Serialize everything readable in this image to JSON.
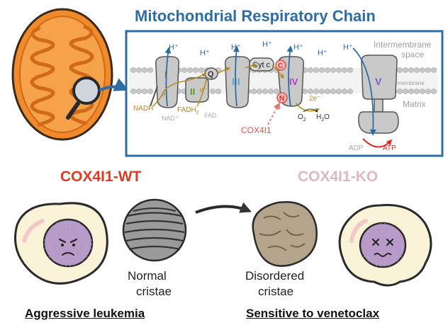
{
  "title": "Mitochondrial Respiratory Chain",
  "chain": {
    "regions": {
      "intermembrane_line1": "Intermembrane",
      "intermembrane_line2": "space",
      "inner_membrane": "Inner membrane",
      "matrix": "Matrix"
    },
    "protons": [
      "H⁺",
      "H⁺",
      "H⁺",
      "H⁺",
      "H⁺",
      "H⁺",
      "H⁺"
    ],
    "complexes": {
      "I": "I",
      "II": "II",
      "III": "III",
      "IV": "IV",
      "V": "V",
      "Q": "Q",
      "cyt_c": "Cyt c",
      "C": "C",
      "N": "N"
    },
    "electrons": {
      "e1": "e⁻",
      "e2": "e⁻",
      "two_e": "2e⁻"
    },
    "substrates": {
      "nadh": "NADH",
      "nad": "NAD⁺",
      "fadh2": "FADH",
      "fadh2_sub": "2",
      "fad": "FAD",
      "o2": "O",
      "o2_sub": "2",
      "h2o_h": "H",
      "h2o_sub": "2",
      "h2o_o": "O",
      "adp": "ADP",
      "atp": "ATP"
    },
    "cox4i1_label": "COX4I1",
    "colors": {
      "frame": "#2e6da4",
      "complex_I": "#e05a1f",
      "complex_II": "#5c9a2a",
      "complex_III": "#5aa7d6",
      "complex_IV": "#b83ac8",
      "complex_V": "#7a5cc8",
      "atp": "#e2231a",
      "cox4i1": "#d9534f"
    }
  },
  "wt": {
    "label": "COX4I1-WT",
    "label_color": "#e03a20",
    "cristae_line1": "Normal",
    "cristae_line2": "cristae",
    "caption": "Aggressive leukemia"
  },
  "ko": {
    "label": "COX4I1-KO",
    "label_color": "#dcb9be",
    "cristae_line1": "Disordered",
    "cristae_line2": "cristae",
    "caption": "Sensitive to venetoclax"
  }
}
